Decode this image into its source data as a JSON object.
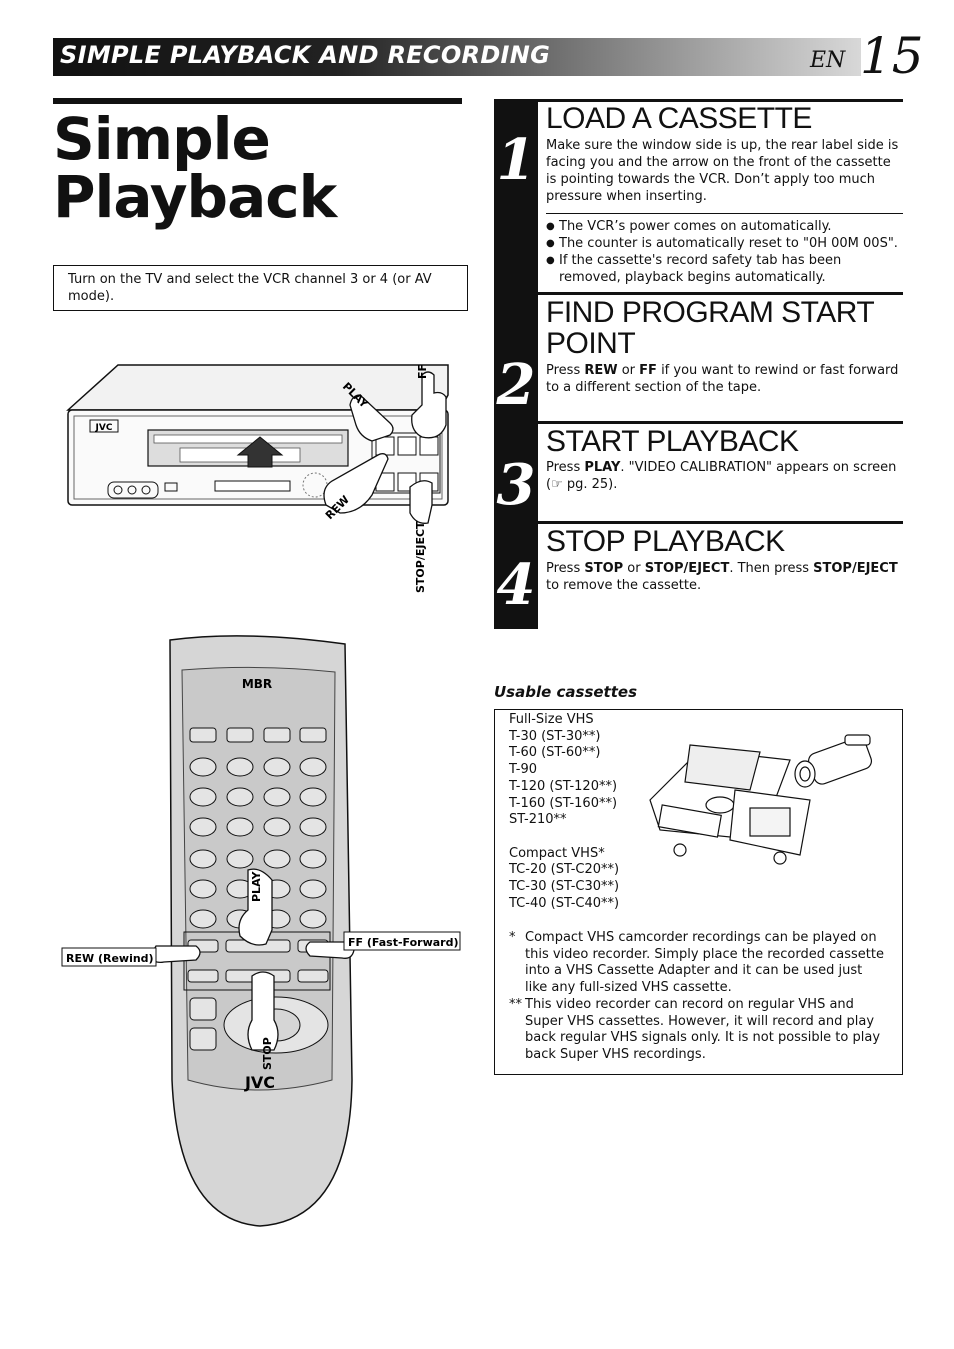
{
  "header": {
    "section_title": "SIMPLE PLAYBACK AND RECORDING",
    "language": "EN",
    "page_number": "15"
  },
  "page_title": {
    "line1": "Simple",
    "line2": "Playback"
  },
  "intro": "Turn on the TV and select the VCR channel 3 or 4 (or AV mode).",
  "vcr_figure": {
    "brand": "JVC",
    "labels": {
      "play": "PLAY",
      "ff": "FF",
      "rew": "REW",
      "stop_eject": "STOP/EJECT"
    }
  },
  "remote_figure": {
    "brand": "JVC",
    "logo": "MBR",
    "labels": {
      "play": "PLAY",
      "rew": "REW (Rewind)",
      "ff": "FF (Fast-Forward)",
      "stop": "STOP"
    }
  },
  "steps": [
    {
      "number": "1",
      "title": "LOAD A CASSETTE",
      "text": "Make sure the window side is up, the rear label side is facing you and the arrow on the front of the cassette is pointing towards the VCR. Don’t apply too much pressure when inserting.",
      "bullets": [
        "The VCR’s power comes on automatically.",
        "The counter is automatically reset to \"0H 00M 00S\".",
        "If the cassette's record safety tab has been removed, playback begins automatically."
      ]
    },
    {
      "number": "2",
      "title_line1": "FIND PROGRAM START",
      "title_line2": "POINT",
      "text_pre": "Press ",
      "key1": "REW",
      "text_mid": " or ",
      "key2": "FF",
      "text_post": " if you want to rewind or fast forward to a different section of the tape."
    },
    {
      "number": "3",
      "title": "START PLAYBACK",
      "text_pre": "Press ",
      "key1": "PLAY",
      "text_post": ". \"VIDEO  CALIBRATION\" appears on screen (☞ pg. 25)."
    },
    {
      "number": "4",
      "title": "STOP PLAYBACK",
      "text_pre": "Press ",
      "key1": "STOP",
      "text_mid": " or ",
      "key2": "STOP/EJECT",
      "text_mid2": ". Then press ",
      "key3": "STOP/EJECT",
      "text_post": " to remove the cassette."
    }
  ],
  "usable_cassettes": {
    "heading": "Usable cassettes",
    "full_size": [
      "Full-Size VHS",
      "T-30 (ST-30**)",
      "T-60 (ST-60**)",
      "T-90",
      "T-120 (ST-120**)",
      "T-160 (ST-160**)",
      "ST-210**"
    ],
    "compact": [
      "Compact VHS*",
      "TC-20 (ST-C20**)",
      "TC-30 (ST-C30**)",
      "TC-40 (ST-C40**)"
    ],
    "notes": [
      {
        "mark": "*",
        "text": "Compact VHS camcorder recordings can be played on this video recorder. Simply place the recorded cassette into a VHS Cassette Adapter and it can be used just like any full-sized VHS cassette."
      },
      {
        "mark": "**",
        "text": "This video recorder can record on regular VHS and Super VHS cassettes. However, it will record and play back regular VHS signals only. It is not possible to play back Super VHS recordings."
      }
    ]
  }
}
